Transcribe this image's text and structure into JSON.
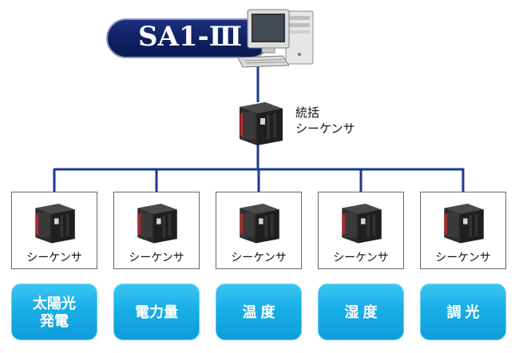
{
  "system": {
    "label": "SA1-Ⅲ"
  },
  "master": {
    "label_line1": "統括",
    "label_line2": "シーケンサ"
  },
  "units": [
    {
      "label": "シーケンサ",
      "function": "太陽光\n発電"
    },
    {
      "label": "シーケンサ",
      "function": "電力量"
    },
    {
      "label": "シーケンサ",
      "function": "温 度"
    },
    {
      "label": "シーケンサ",
      "function": "湿 度"
    },
    {
      "label": "シーケンサ",
      "function": "調 光"
    }
  ],
  "colors": {
    "line": "#1a3a8f",
    "badge": "#0d1f5e",
    "pill": "#19aee6",
    "plc_body": "#2b2b2b",
    "plc_accent": "#c0262c"
  },
  "icons": {
    "computer": "desktop-computer-icon",
    "plc": "plc-module-icon"
  }
}
